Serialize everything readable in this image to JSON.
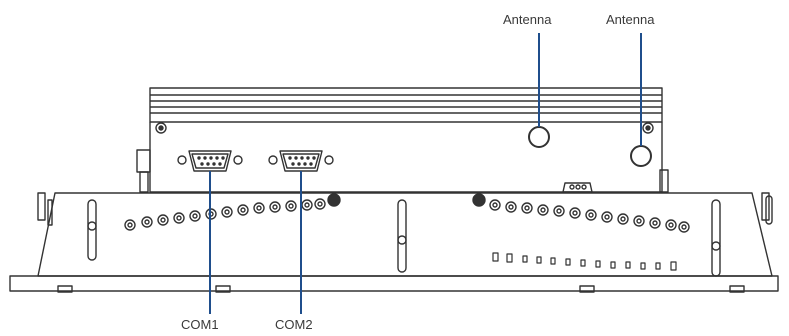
{
  "callouts": {
    "antenna_1": "Antenna",
    "antenna_2": "Antenna",
    "com1": "COM1",
    "com2": "COM2"
  },
  "colors": {
    "line_art": "#333333",
    "callout_line": "#1f4e8c",
    "label_text": "#3a3a3a"
  }
}
